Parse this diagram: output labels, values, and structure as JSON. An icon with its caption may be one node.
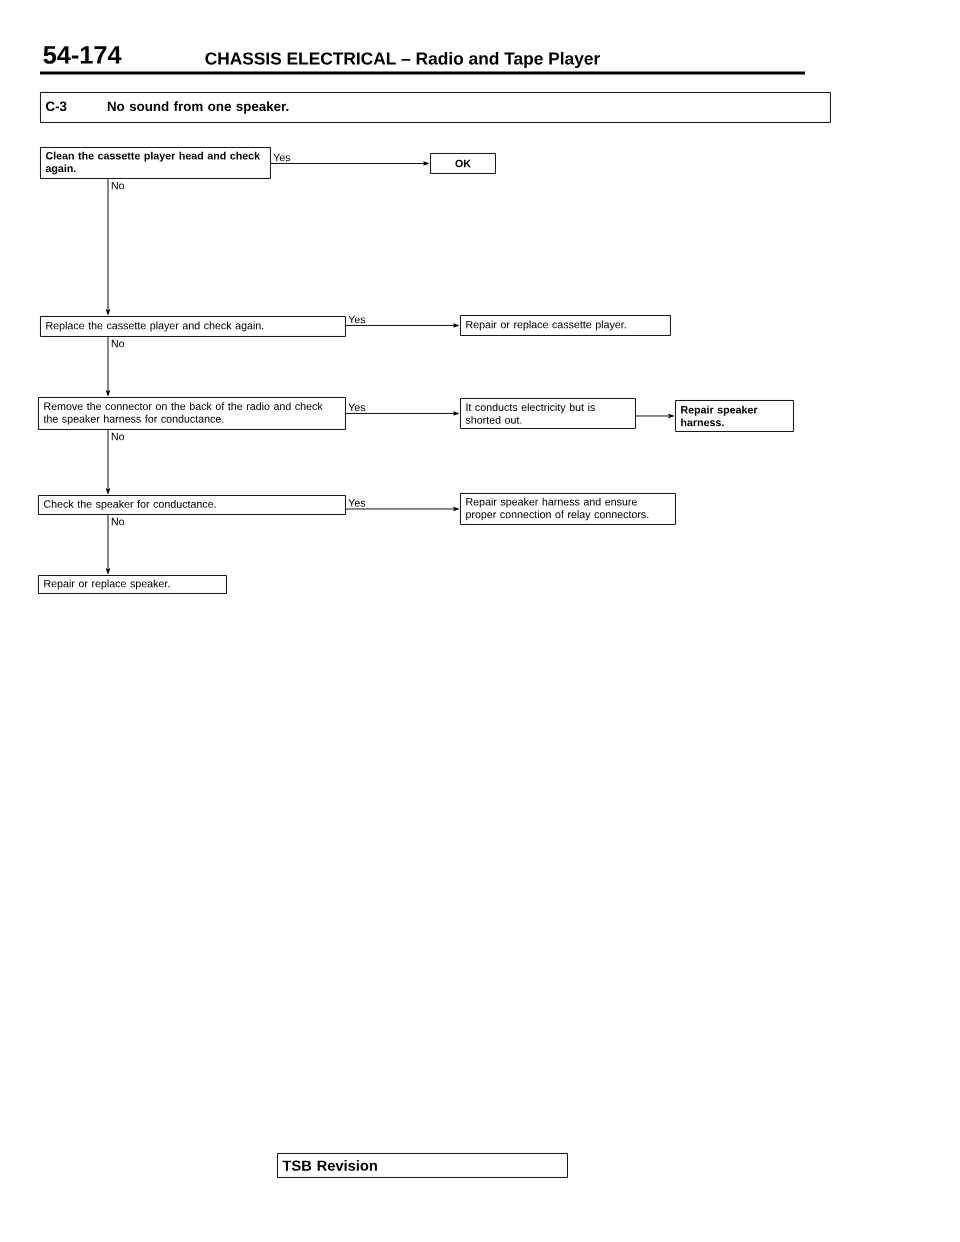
{
  "diagram": {
    "nodes": [
      {
        "text": [
          "C-3",
          "No sound from one speaker."
        ]
      },
      {
        "text": [
          "Clean the cassette player head and check again."
        ]
      },
      {
        "text": [
          "OK"
        ]
      },
      {
        "text": [
          "Replace the cassette player and check again."
        ]
      },
      {
        "text": [
          "Repair or replace cassette player."
        ]
      },
      {
        "text": [
          "Remove the connector on the back of the radio and check the speaker harness for conductance."
        ]
      },
      {
        "text": [
          "It conducts electricity but is shorted out."
        ]
      },
      {
        "text": [
          "Repair speaker harness."
        ]
      },
      {
        "text": [
          "Check the speaker for conductance."
        ]
      },
      {
        "text": [
          "Repair speaker harness and ensure proper connection of relay connectors."
        ]
      },
      {
        "text": [
          "Repair or replace speaker."
        ]
      },
      {
        "text": [
          "TSB Revision"
        ]
      }
    ],
    "edges": [
      {
        "from": 1,
        "to": 2,
        "arrow": "to",
        "label": "Yes"
      },
      {
        "from": 1,
        "to": 3,
        "arrow": "to",
        "label": "No"
      },
      {
        "from": 3,
        "to": 4,
        "arrow": "to",
        "label": "Yes"
      },
      {
        "from": 3,
        "to": 5,
        "arrow": "to",
        "label": "No"
      },
      {
        "from": 5,
        "to": 6,
        "arrow": "to",
        "label": "Yes"
      },
      {
        "from": 6,
        "to": 7,
        "arrow": "to"
      },
      {
        "from": 5,
        "to": 8,
        "arrow": "to",
        "label": "No"
      },
      {
        "from": 8,
        "to": 9,
        "arrow": "to",
        "label": "Yes"
      },
      {
        "from": 8,
        "to": 10,
        "arrow": "to",
        "label": "No"
      }
    ],
    "labels": [
      "54-174",
      "CHASSIS ELECTRICAL – Radio and Tape Player"
    ]
  }
}
